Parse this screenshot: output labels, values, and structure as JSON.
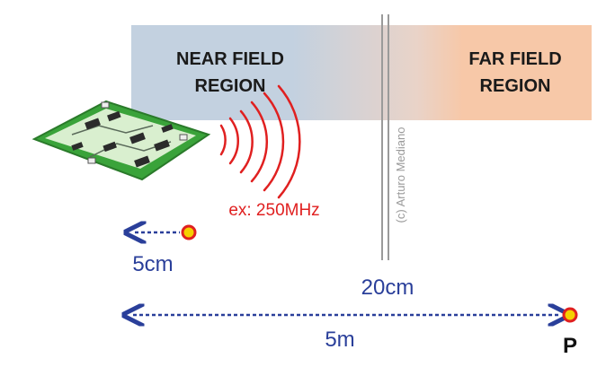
{
  "regions": {
    "near": {
      "line1": "NEAR FIELD",
      "line2": "REGION",
      "color": "#c3d1e0"
    },
    "far": {
      "line1": "FAR FIELD",
      "line2": "REGION",
      "color": "#f7c8a8"
    }
  },
  "emission": {
    "frequency_label": "ex: 250MHz",
    "wave_color": "#e02020"
  },
  "copyright": "(c) Arturo Mediano",
  "distances": {
    "near_point": "5cm",
    "boundary": "20cm",
    "far_point": "5m"
  },
  "point_label": "P",
  "colors": {
    "arrow": "#2a3f9a",
    "point_fill": "#f5d000",
    "point_ring": "#e02020",
    "board_green": "#3aa33a",
    "board_face": "#d9efcf"
  }
}
